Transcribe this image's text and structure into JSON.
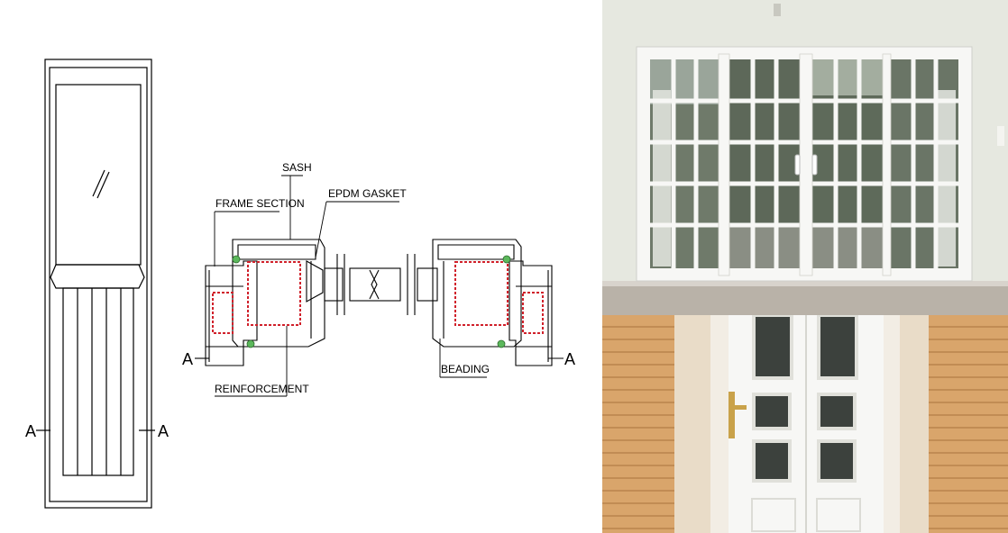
{
  "elevation": {
    "section_marker_left": "A",
    "section_marker_right": "A"
  },
  "section": {
    "label_sash": "SASH",
    "label_epdm_gasket": "EPDM GASKET",
    "label_frame_section": "FRAME SECTION",
    "label_reinforcement": "REINFORCEMENT",
    "label_beading": "BEADING",
    "section_marker_left": "A",
    "section_marker_right": "A"
  },
  "colors": {
    "line": "#000000",
    "reinforcement": "#d0202a",
    "gasket": "#5cb85c",
    "upvc_white": "#f7f7f5",
    "wall_top": "#e6e8e0",
    "floor": "#b9b2a8",
    "wood_cladding": "#d9a56b"
  }
}
